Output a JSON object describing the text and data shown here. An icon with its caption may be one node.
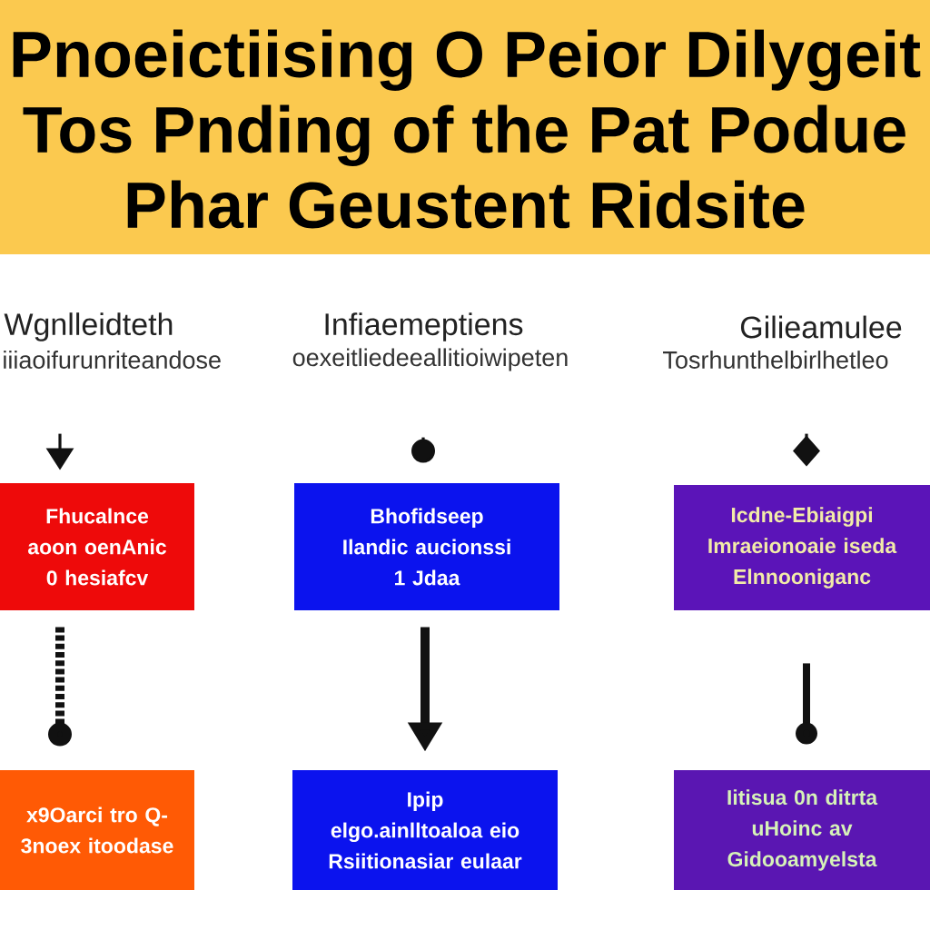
{
  "diagram": {
    "title": "Pnoeictiising O Peior Dilygeit Tos Pnding of the Pat Podue Phar Geustent Ridsite",
    "nodes": [
      {
        "text": [
          "Fhucalnce aoon oenAnic 0 hesiafcv"
        ]
      },
      {
        "text": [
          "Bhofidseep Ilandic aucionssi 1 Jdaa"
        ]
      },
      {
        "text": [
          "Icdne-Ebiaigpi Imraeionoaie iseda Elnnooniganc"
        ]
      },
      {
        "text": [
          "x9Oarci tro Q-3noex itoodase"
        ]
      },
      {
        "text": [
          "Ipip elgo.ainlltoaloa eio Rsiitionasiar eulaar"
        ]
      },
      {
        "text": [
          "Iitisua 0n ditrta uHoinc av Gidooamyelsta"
        ]
      }
    ],
    "edges": [
      {
        "from": null,
        "to": 0,
        "arrow": "to"
      },
      {
        "from": null,
        "to": 1,
        "arrow": "other"
      },
      {
        "from": null,
        "to": 2,
        "arrow": "other"
      },
      {
        "from": 0,
        "to": 3,
        "arrow": "other",
        "style": "dashed"
      },
      {
        "from": 1,
        "to": 4,
        "arrow": "to",
        "style": "thick"
      },
      {
        "from": 2,
        "to": 5,
        "arrow": "other",
        "style": "thick"
      }
    ],
    "labels": [
      "Wgnlleidteth",
      "Infiaemeptiens",
      "Gilieamulee",
      "iiiaoifurunriteandose",
      "oexeitliedeeallitioiwipeten",
      "Tosrhunthelbirlhetleo"
    ]
  }
}
